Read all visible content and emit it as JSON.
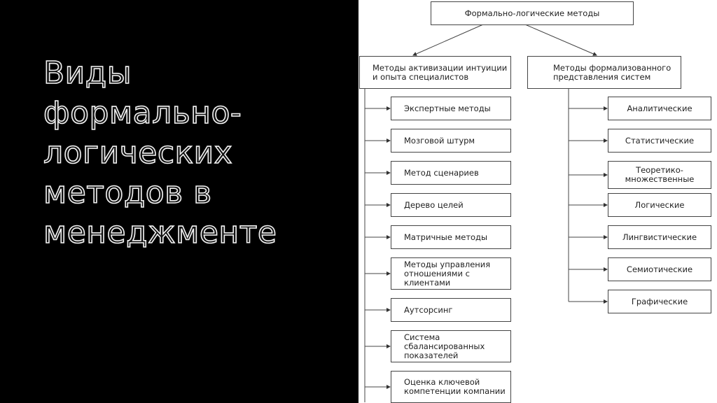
{
  "slide_title": "Виды формально-логических методов в менеджменте",
  "diagram": {
    "root": "Формально-логические методы",
    "branches": [
      {
        "label": "Методы активизации интуиции и опыта специалистов",
        "items": [
          "Экспертные методы",
          "Мозговой штурм",
          "Метод сценариев",
          "Дерево целей",
          "Матричные методы",
          "Методы управления отношениями с клиентами",
          "Аутсорсинг",
          "Система сбалансированных показателей",
          "Оценка ключевой компетенции компании"
        ]
      },
      {
        "label": "Методы формализованного представления систем",
        "items": [
          "Аналитические",
          "Статистические",
          "Теоретико-множественные",
          "Логические",
          "Лингвистические",
          "Семиотические",
          "Графические"
        ]
      }
    ]
  }
}
